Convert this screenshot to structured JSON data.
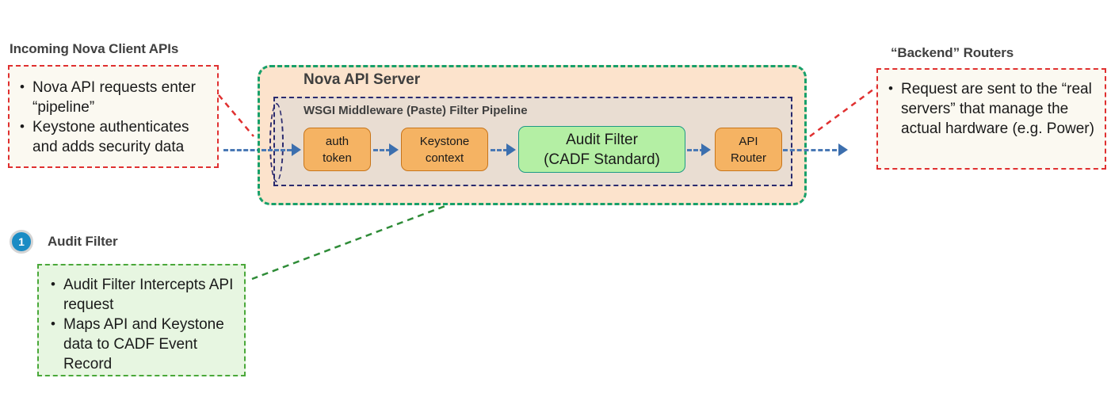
{
  "left_panel": {
    "heading": "Incoming Nova Client  APIs",
    "bullets": [
      "Nova API requests enter “pipeline”",
      "Keystone authenticates and adds security data"
    ]
  },
  "right_panel": {
    "heading": "“Backend” Routers",
    "bullets": [
      "Request are sent to the “real servers” that manage the actual hardware (e.g. Power)"
    ]
  },
  "server": {
    "title": "Nova API Server",
    "pipeline_title": "WSGI Middleware (Paste) Filter Pipeline",
    "nodes": [
      {
        "id": "auth-token",
        "kind": "orange",
        "lines": [
          "auth",
          "token"
        ]
      },
      {
        "id": "keystone-context",
        "kind": "orange",
        "lines": [
          "Keystone",
          "context"
        ]
      },
      {
        "id": "audit-filter",
        "kind": "green",
        "lines": [
          "Audit Filter",
          "(CADF Standard)"
        ]
      },
      {
        "id": "api-router",
        "kind": "orange",
        "lines": [
          "API",
          "Router"
        ]
      }
    ]
  },
  "callout": {
    "badge_number": "1",
    "heading": "Audit Filter",
    "bullets": [
      "Audit Filter Intercepts API request",
      "Maps API and Keystone data to CADF Event Record"
    ]
  },
  "colors": {
    "server_fill": "#fce3cc",
    "server_border": "#17a06a",
    "pipeline_fill": "#e9ddd2",
    "pipeline_border": "#2a2a6e",
    "node_orange_fill": "#f5b363",
    "node_orange_border": "#c8751a",
    "node_green_fill": "#b4efa4",
    "node_green_border": "#1d9a86",
    "note_fill": "#fbf9f1",
    "note_border": "#e03030",
    "callout_fill": "#e7f6e1",
    "callout_border": "#4aa83a",
    "arrow": "#4a79b5",
    "badge": "#1b8cc4",
    "heading_text": "#404040"
  }
}
